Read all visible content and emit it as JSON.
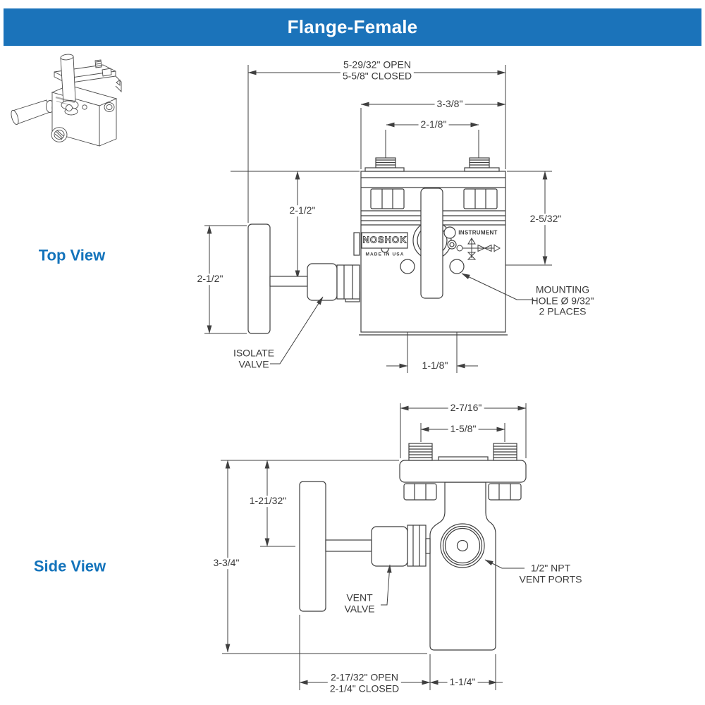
{
  "header": {
    "title": "Flange-Female"
  },
  "labels": {
    "top_view": "Top View",
    "side_view": "Side View"
  },
  "colors": {
    "accent_blue": "#1373bb",
    "line": "#3f3f3f",
    "background": "#ffffff"
  },
  "top_view": {
    "dims": {
      "overall_open": "5-29/32\" OPEN",
      "overall_closed": "5-5/8\" CLOSED",
      "body_width": "3-3/8\"",
      "stud_spacing": "2-1/8\"",
      "handle_length": "2-1/2\"",
      "body_to_stem": "2-1/2\"",
      "top_to_hole": "2-5/32\"",
      "hole_spacing": "1-1/8\""
    },
    "callouts": {
      "isolate_valve": "ISOLATE\nVALVE",
      "mounting_hole": "MOUNTING\nHOLE Ø 9/32\"\n2 PLACES"
    },
    "markings": {
      "brand": "NOSHOK",
      "made_in": "MADE IN USA",
      "instrument": "INSTRUMENT"
    }
  },
  "side_view": {
    "dims": {
      "flange_width": "2-7/16\"",
      "stud_spacing": "1-5/8\"",
      "top_to_stem": "1-21/32\"",
      "overall_height": "3-3/4\"",
      "handle_open": "2-17/32\" OPEN",
      "handle_closed": "2-1/4\" CLOSED",
      "body_depth": "1-1/4\""
    },
    "callouts": {
      "vent_valve": "VENT\nVALVE",
      "vent_ports": "1/2\" NPT\nVENT PORTS"
    }
  }
}
